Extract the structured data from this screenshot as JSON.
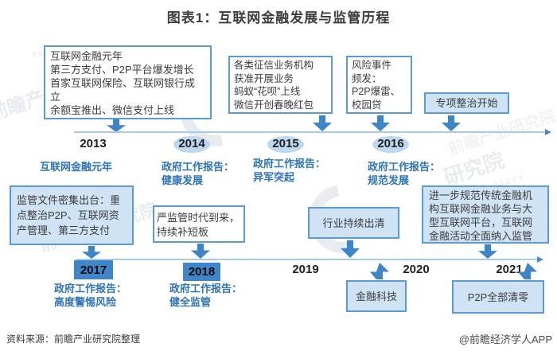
{
  "title": "图表1：互联网金融发展与监管历程",
  "timeline1": {
    "events": {
      "y2013_box": "互联网金融元年\n第三方支付、P2P平台爆发增长\n首家互联网保险、互联网银行成\n立\n余额宝推出、微信支付上线",
      "credit_box": "各类征信业务机构\n获准开展业务\n蚂蚁“花呗”上线\n微信开创春晚红包",
      "risk_box": "风险事件\n频发：\nP2P爆雷、\n校园贷",
      "action_box": "专项整治开始"
    },
    "years": [
      "2013",
      "2014",
      "2015",
      "2016"
    ],
    "reports": [
      "互联网金融元年",
      "政府工作报告：\n健康发展",
      "政府工作报告：\n异军突起",
      "政府工作报告：\n规范发展"
    ]
  },
  "timeline2": {
    "events": {
      "reg_box": "监管文件密集出台：重\n点整治P2P、互联网资\n产管理、第三方支付",
      "strict_box": "严监管时代到来，\n持续补短板",
      "clear_box": "行业持续出清",
      "platform_box": "进一步规范传统金融机\n构互联网金融业务与大\n型互联网平台，互联网\n金融活动全面纳入监管",
      "fintech_box": "金融科技",
      "p2p_box": "P2P全部清零"
    },
    "years": [
      "2017",
      "2018",
      "2019",
      "2020",
      "2021"
    ],
    "reports": [
      "政府工作报告：\n高度警惕风险",
      "政府工作报告：\n健全监管"
    ]
  },
  "footer": {
    "source": "资料来源：前瞻产业研究院整理",
    "credit": "@前瞻经济学人APP"
  },
  "watermark": {
    "full": "前瞻产业研究院",
    "short": "研究院",
    "digits": "39599"
  },
  "colors": {
    "accent_blue": "#2e74b5",
    "box_border": "#5b9bd5",
    "box_fill": "#cfe3f5",
    "arrow": "#3d85c8",
    "year_box": "#3e86c9",
    "ellipse": "#bed8f0",
    "line": "#aac8ea"
  }
}
